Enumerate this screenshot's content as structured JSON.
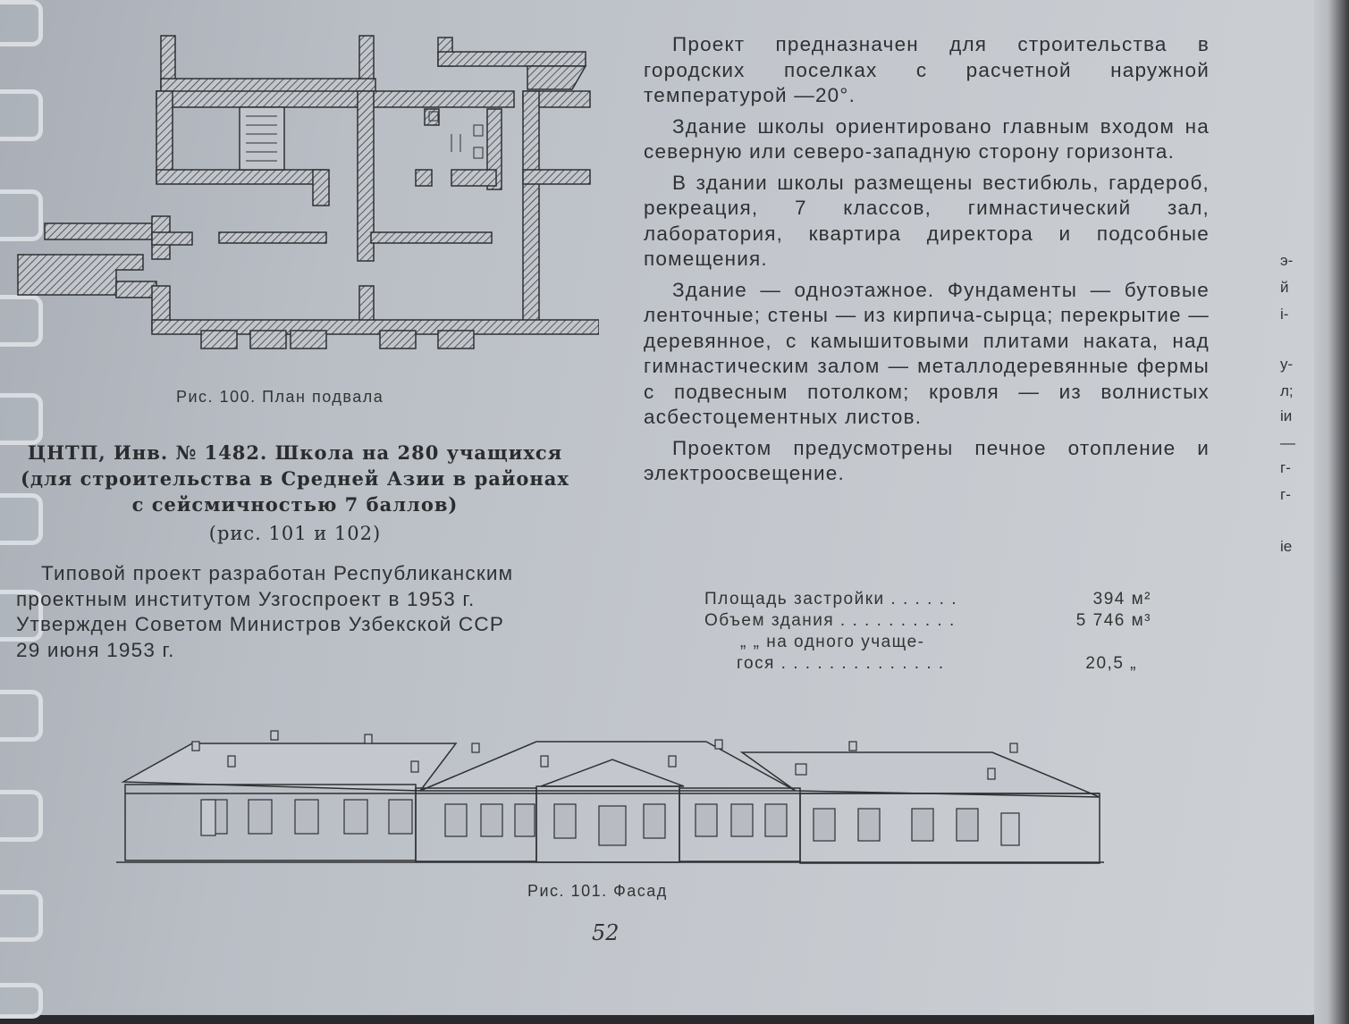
{
  "figure_100": {
    "caption": "Рис. 100. План подвала"
  },
  "project": {
    "title_lines": [
      "ЦНТП, Инв. № 1482. Школа на 280 учащихся",
      "(для строительства в Средней Азии в районах",
      "с сейсмичностью 7 баллов)"
    ],
    "figures_ref": "(рис. 101 и 102)"
  },
  "left_paragraph": {
    "lines": [
      "Типовой проект разработан Республиканским",
      "проектным институтом Узгоспроект в 1953 г.",
      "Утвержден Советом Министров Узбекской ССР",
      "29 июня 1953 г."
    ]
  },
  "right_paragraphs": [
    "Проект предназначен для строительства в городских поселках с расчетной наружной температурой —20°.",
    "Здание школы ориентировано главным входом на северную или северо-западную сторону горизонта.",
    "В здании школы размещены вестибюль, гардероб, рекреация, 7 классов, гимнастический зал, лаборатория, квартира директора и подсобные помещения.",
    "Здание — одноэтажное. Фундаменты — бутовые ленточные; стены — из кирпича-сырца; перекрытие — деревянное, с камышитовыми плитами наката, над гимнастическим залом — металлодеревянные фермы с подвесным потолком; кровля — из волнистых асбестоцементных листов.",
    "Проектом предусмотрены печное отопление и электроосвещение."
  ],
  "stats": [
    {
      "label": "Площадь застройки . . . . . .",
      "value": "394 м²"
    },
    {
      "label": "Объем здания . . . . . . . . . .",
      "value": "5 746 м³"
    },
    {
      "label": "„ „ на одного учаще-",
      "value": ""
    },
    {
      "label": "гося . . . . . . . . . . . . . .",
      "value": "20,5 „"
    }
  ],
  "figure_101": {
    "caption": "Рис. 101. Фасад"
  },
  "page_number": "52",
  "margin_fragments": [
    "э-",
    "й",
    "і-",
    "у-",
    "л;",
    "іи",
    "—",
    "г-",
    "г-",
    "іе"
  ]
}
